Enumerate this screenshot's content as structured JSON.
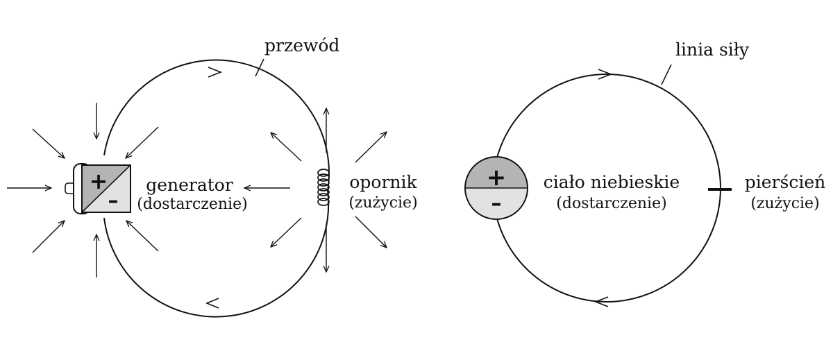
{
  "left_diagram": {
    "wire_label": "przewód",
    "generator_label": "generator",
    "generator_sublabel": "(dostarczenie)",
    "resistor_label": "opornik",
    "resistor_sublabel": "(zużycie)",
    "battery_plus": "+",
    "battery_minus": "–"
  },
  "right_diagram": {
    "field_line_label": "linia siły",
    "body_label": "ciało niebieskie",
    "body_sublabel": "(dostarczenie)",
    "ring_label": "pierścień",
    "ring_sublabel": "(zużycie)",
    "body_plus": "+",
    "body_minus": "–"
  },
  "colors": {
    "line": "#111111",
    "plus_fill": "#b4b4b4",
    "minus_fill": "#e2e2e2"
  }
}
